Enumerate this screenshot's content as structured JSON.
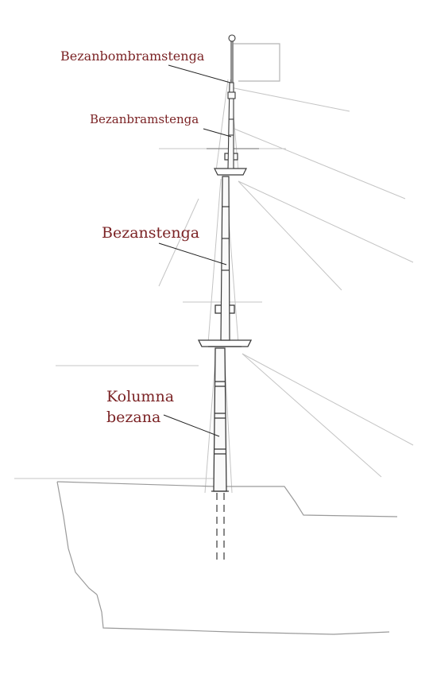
{
  "labels": {
    "bombramstenga": "Bezanbombramstenga",
    "bramstenga": "Bezanbramstenga",
    "stenga": "Bezanstenga",
    "kolumna_line1": "Kolumna",
    "kolumna_line2": "bezana"
  },
  "colors": {
    "label": "#7b2325",
    "ink": "#3a3a3a",
    "faint": "#b9b9b9",
    "background": "#ffffff"
  }
}
